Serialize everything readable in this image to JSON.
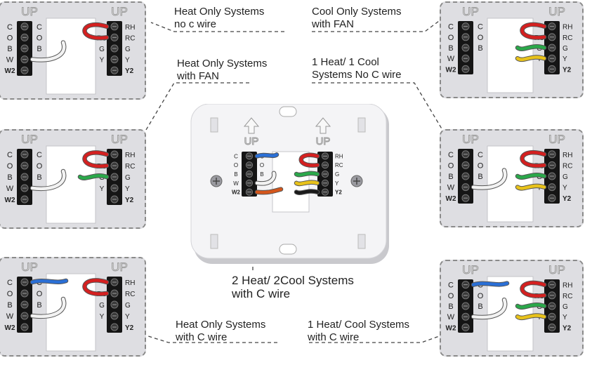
{
  "plate_text": {
    "up": "UP",
    "left_terminals": [
      "C",
      "O",
      "B",
      "W",
      "W2"
    ],
    "left_inner_terminals": [
      "C",
      "O",
      "B"
    ],
    "right_terminals": [
      "RH",
      "RC",
      "G",
      "Y",
      "Y2"
    ],
    "right_inner_terminals": [
      "RC",
      "G",
      "Y"
    ]
  },
  "captions": [
    {
      "id": "heat-only-no-c",
      "lines": [
        "Heat Only Systems",
        "no c wire"
      ]
    },
    {
      "id": "cool-only-fan",
      "lines": [
        "Cool Only Systems",
        "with FAN"
      ]
    },
    {
      "id": "heat-only-fan",
      "lines": [
        "Heat Only Systems",
        "with FAN"
      ]
    },
    {
      "id": "one-heat-one-cool-no-c",
      "lines": [
        "1 Heat/ 1 Cool",
        "Systems No C wire"
      ]
    },
    {
      "id": "two-heat-two-cool-c",
      "lines": [
        "2 Heat/ 2Cool Systems",
        "with C wire"
      ]
    },
    {
      "id": "heat-only-c",
      "lines": [
        "Heat Only Systems",
        "with C wire"
      ]
    },
    {
      "id": "one-heat-cool-c",
      "lines": [
        "1 Heat/  Cool Systems",
        "with C wire"
      ]
    }
  ],
  "wire_colors": {
    "red": "#d42020",
    "white": "#f2f2f2",
    "green": "#2aa84a",
    "yellow": "#e8c21a",
    "blue": "#2a6fd6",
    "orange": "#d4561c",
    "black": "#1a1a1a"
  }
}
